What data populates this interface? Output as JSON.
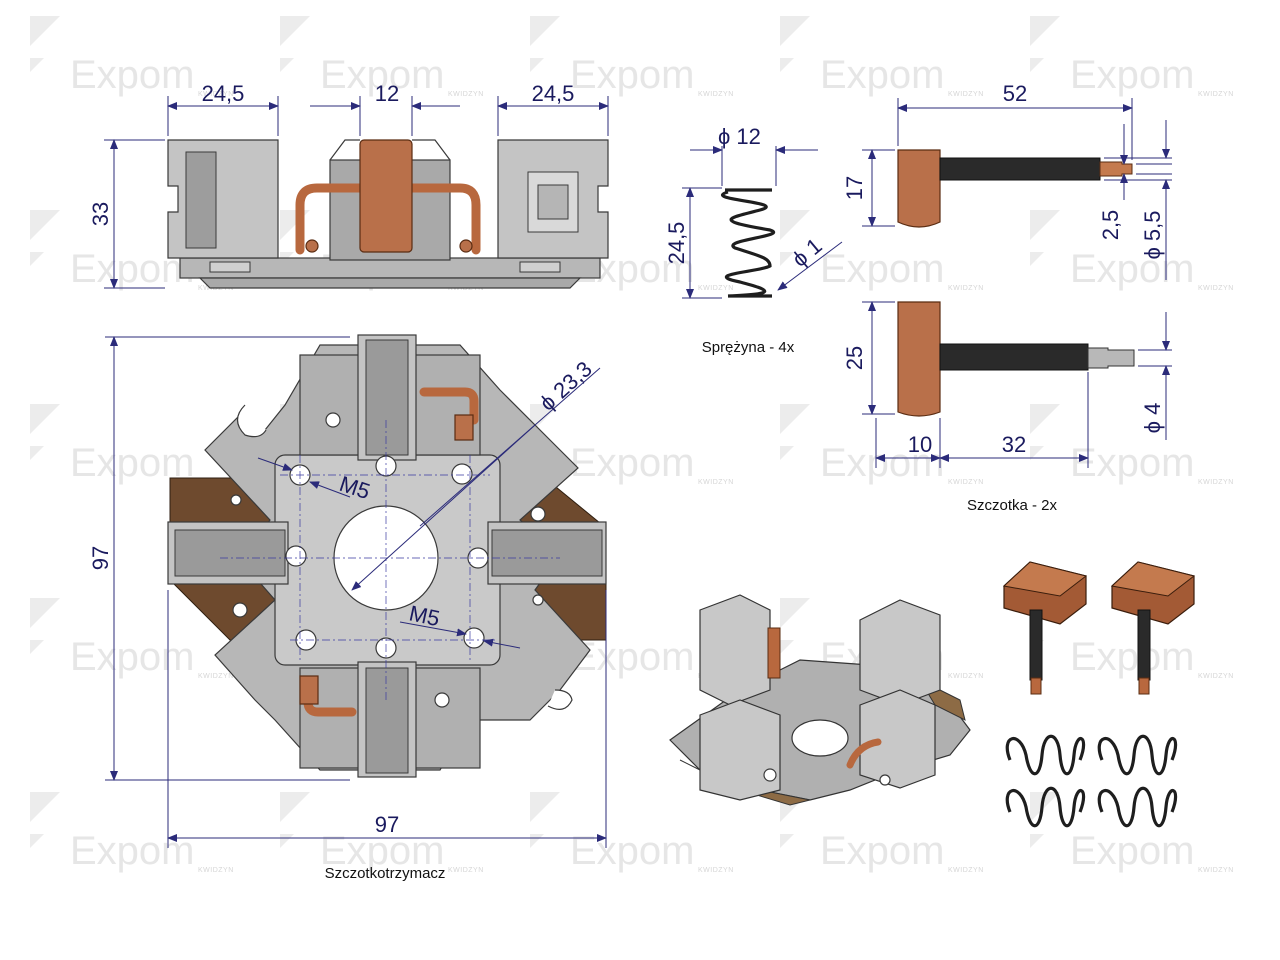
{
  "watermark": {
    "brand": "Expom",
    "sub": "KWIDZYN"
  },
  "top_view": {
    "dims": [
      "24,5",
      "12",
      "24,5",
      "33"
    ]
  },
  "holder_view": {
    "dims": {
      "height": "97",
      "width": "97",
      "diameter": "ϕ 23,3",
      "thread_a": "M5",
      "thread_b": "M5"
    },
    "caption": "Szczotkotrzymacz"
  },
  "spring": {
    "dims": {
      "diameter": "ϕ 12",
      "length": "24,5",
      "wire": "ϕ 1"
    },
    "caption": "Sprężyna - 4x"
  },
  "brush": {
    "dims": {
      "length": "52",
      "height_small": "17",
      "lead_small": "2,5",
      "lead_dia": "ϕ 5,5",
      "height_large": "25",
      "lead_dia_large": "ϕ 4",
      "block": "10",
      "lead_length": "32"
    },
    "caption": "Szczotka - 2x"
  },
  "colors": {
    "copper": "#b9704a",
    "metal": "#c4c4c4",
    "dimension": "#1a1a5e",
    "brown_base": "#6e4a2e"
  }
}
